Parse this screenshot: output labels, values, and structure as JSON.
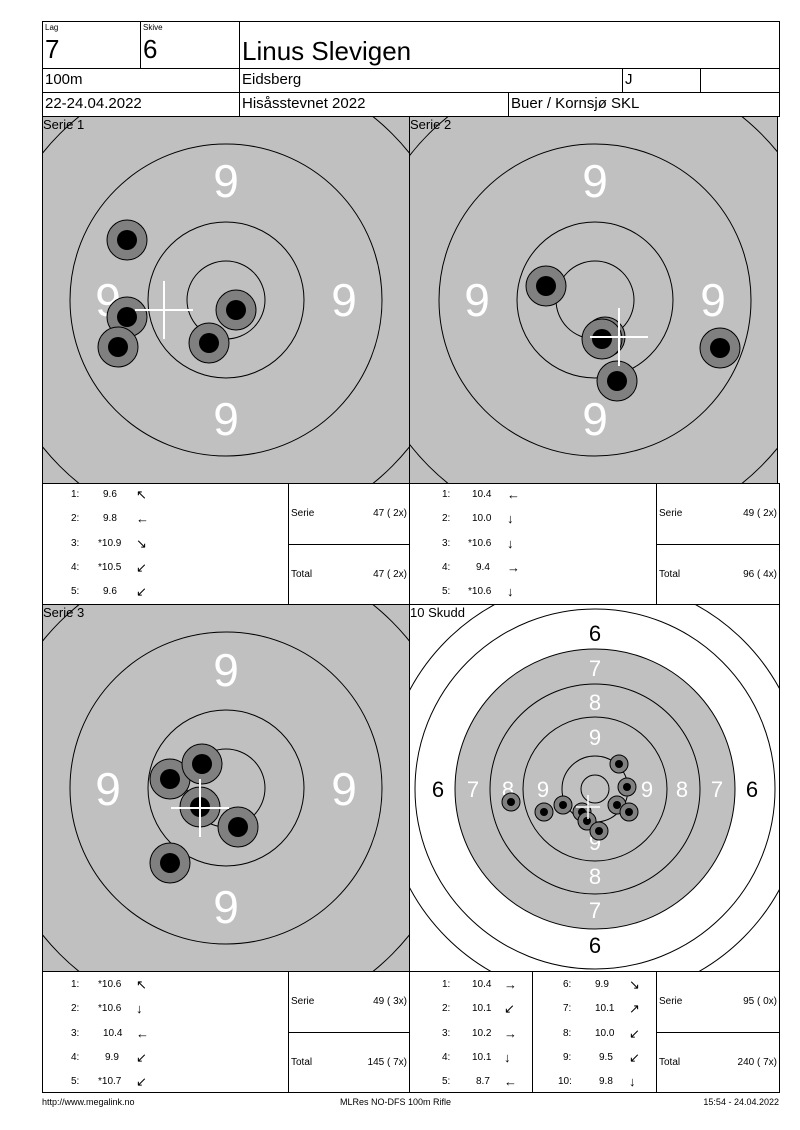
{
  "header": {
    "lag_label": "Lag",
    "lag_value": "7",
    "skive_label": "Skive",
    "skive_value": "6",
    "name": "Linus Slevigen",
    "distance": "100m",
    "club": "Eidsberg",
    "class": "J",
    "date": "22-24.04.2022",
    "event": "Hisåsstevnet 2022",
    "range": "Buer / Kornsjø SKL"
  },
  "panels": {
    "serie1_title": "Serie 1",
    "serie2_title": "Serie 2",
    "serie3_title": "Serie 3",
    "skudd_title": "10 Skudd"
  },
  "colors": {
    "target_gray": "#c0c0c0",
    "hole_ring": "#808080",
    "hole_core": "#000000"
  },
  "series1": {
    "shots": [
      {
        "n": "1:",
        "v": "9.6",
        "dir": "↖"
      },
      {
        "n": "2:",
        "v": "9.8",
        "dir": "←"
      },
      {
        "n": "3:",
        "v": "*10.9",
        "dir": "↘"
      },
      {
        "n": "4:",
        "v": "*10.5",
        "dir": "↙"
      },
      {
        "n": "5:",
        "v": "9.6",
        "dir": "↙"
      }
    ],
    "serie_label": "Serie",
    "serie_value": "47 ( 2x)",
    "total_label": "Total",
    "total_value": "47 ( 2x)"
  },
  "series2": {
    "shots": [
      {
        "n": "1:",
        "v": "10.4",
        "dir": "←"
      },
      {
        "n": "2:",
        "v": "10.0",
        "dir": "↓"
      },
      {
        "n": "3:",
        "v": "*10.6",
        "dir": "↓"
      },
      {
        "n": "4:",
        "v": "9.4",
        "dir": "→"
      },
      {
        "n": "5:",
        "v": "*10.6",
        "dir": "↓"
      }
    ],
    "serie_label": "Serie",
    "serie_value": "49 ( 2x)",
    "total_label": "Total",
    "total_value": "96 ( 4x)"
  },
  "series3": {
    "shots": [
      {
        "n": "1:",
        "v": "*10.6",
        "dir": "↖"
      },
      {
        "n": "2:",
        "v": "*10.6",
        "dir": "↓"
      },
      {
        "n": "3:",
        "v": "10.4",
        "dir": "←"
      },
      {
        "n": "4:",
        "v": "9.9",
        "dir": "↙"
      },
      {
        "n": "5:",
        "v": "*10.7",
        "dir": "↙"
      }
    ],
    "serie_label": "Serie",
    "serie_value": "49 ( 3x)",
    "total_label": "Total",
    "total_value": "145 ( 7x)"
  },
  "ten_shots": {
    "left": [
      {
        "n": "1:",
        "v": "10.4",
        "dir": "→"
      },
      {
        "n": "2:",
        "v": "10.1",
        "dir": "↙"
      },
      {
        "n": "3:",
        "v": "10.2",
        "dir": "→"
      },
      {
        "n": "4:",
        "v": "10.1",
        "dir": "↓"
      },
      {
        "n": "5:",
        "v": "8.7",
        "dir": "←"
      }
    ],
    "right": [
      {
        "n": "6:",
        "v": "9.9",
        "dir": "↘"
      },
      {
        "n": "7:",
        "v": "10.1",
        "dir": "↗"
      },
      {
        "n": "8:",
        "v": "10.0",
        "dir": "↙"
      },
      {
        "n": "9:",
        "v": "9.5",
        "dir": "↙"
      },
      {
        "n": "10:",
        "v": "9.8",
        "dir": "↓"
      }
    ],
    "serie_label": "Serie",
    "serie_value": "95 ( 0x)",
    "total_label": "Total",
    "total_value": "240 ( 7x)"
  },
  "target_labels": {
    "nine": "9",
    "eight": "8",
    "seven": "7",
    "six": "6"
  },
  "footer": {
    "url": "http://www.megalink.no",
    "program": "MLRes NO-DFS 100m Rifle",
    "timestamp": "15:54 - 24.04.2022"
  }
}
